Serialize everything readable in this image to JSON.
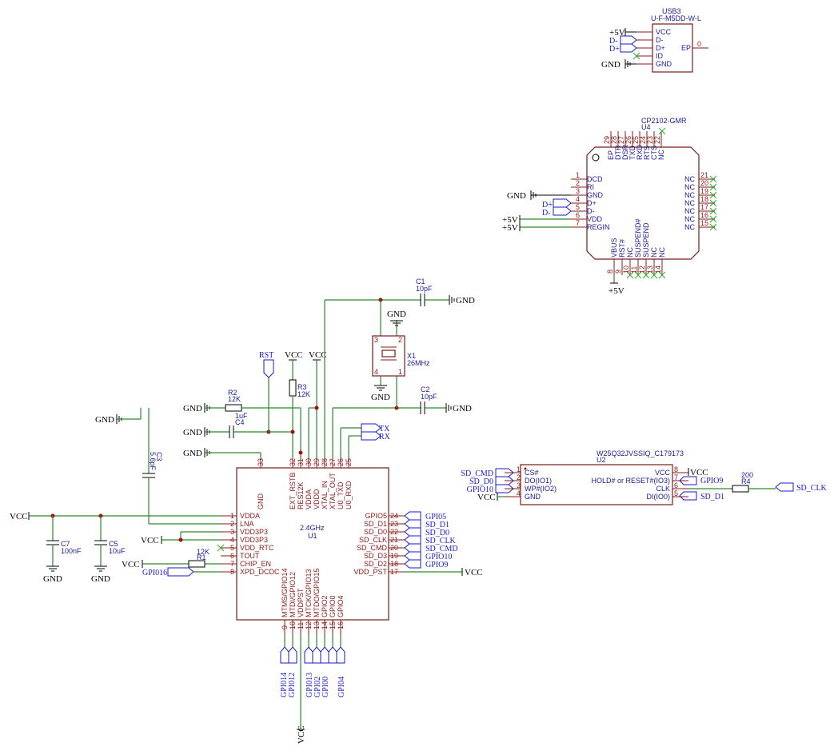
{
  "usb3": {
    "ref": "USB3",
    "part": "U-F-M5DD-W-L",
    "pins": [
      "VCC",
      "D-",
      "D+",
      "ID",
      "GND"
    ],
    "ep": "EP",
    "ep_num": "0",
    "nets": [
      "+5V",
      "D-",
      "D+",
      "GND"
    ]
  },
  "u4": {
    "part": "CP2102-GMR",
    "ref": "U4",
    "left_pins": [
      {
        "num": "1",
        "name": "DCD"
      },
      {
        "num": "2",
        "name": "RI"
      },
      {
        "num": "3",
        "name": "GND"
      },
      {
        "num": "4",
        "name": "D+"
      },
      {
        "num": "5",
        "name": "D-"
      },
      {
        "num": "6",
        "name": "VDD"
      },
      {
        "num": "7",
        "name": "REGIN"
      }
    ],
    "top_pins": [
      {
        "num": "29",
        "name": "EP"
      },
      {
        "num": "28",
        "name": "DTR"
      },
      {
        "num": "27",
        "name": "DSR"
      },
      {
        "num": "26",
        "name": "TXD"
      },
      {
        "num": "25",
        "name": "RXD"
      },
      {
        "num": "24",
        "name": "RTS"
      },
      {
        "num": "23",
        "name": "CTS"
      },
      {
        "num": "22",
        "name": "NC"
      }
    ],
    "right_pins": [
      {
        "num": "21",
        "name": "NC"
      },
      {
        "num": "20",
        "name": "NC"
      },
      {
        "num": "19",
        "name": "NC"
      },
      {
        "num": "18",
        "name": "NC"
      },
      {
        "num": "17",
        "name": "NC"
      },
      {
        "num": "16",
        "name": "NC"
      },
      {
        "num": "15",
        "name": "NC"
      }
    ],
    "bottom_pins": [
      {
        "num": "8",
        "name": "VBUS"
      },
      {
        "num": "9",
        "name": "RST#"
      },
      {
        "num": "10",
        "name": "NC"
      },
      {
        "num": "11",
        "name": "SUSPEND#"
      },
      {
        "num": "12",
        "name": "SUSPEND"
      },
      {
        "num": "13",
        "name": "NC"
      },
      {
        "num": "14",
        "name": "NC"
      }
    ],
    "nets": [
      "GND",
      "D+",
      "D-",
      "+5V",
      "+5V",
      "+5V"
    ]
  },
  "u1": {
    "ref": "U1",
    "part": "2.4GHz",
    "left_pins": [
      {
        "num": "1",
        "name": "VDDA"
      },
      {
        "num": "2",
        "name": "LNA"
      },
      {
        "num": "3",
        "name": "VDD3P3"
      },
      {
        "num": "4",
        "name": "VDD3P3"
      },
      {
        "num": "5",
        "name": "VDD_RTC"
      },
      {
        "num": "6",
        "name": "TOUT"
      },
      {
        "num": "7",
        "name": "CHIP_EN"
      },
      {
        "num": "8",
        "name": "XPD_DCDC"
      }
    ],
    "top_pins": [
      {
        "num": "33",
        "name": "GND"
      },
      {
        "num": "32",
        "name": "EXT_RSTB"
      },
      {
        "num": "31",
        "name": "RES12K"
      },
      {
        "num": "30",
        "name": "VDDA"
      },
      {
        "num": "29",
        "name": "VDDD"
      },
      {
        "num": "28",
        "name": "XTAL_IN"
      },
      {
        "num": "27",
        "name": "XTAL_OUT"
      },
      {
        "num": "26",
        "name": "U0_TXD"
      },
      {
        "num": "25",
        "name": "U0_RXD"
      }
    ],
    "right_pins": [
      {
        "num": "24",
        "name": "GPIO5"
      },
      {
        "num": "23",
        "name": "SD_D1"
      },
      {
        "num": "22",
        "name": "SD_D0"
      },
      {
        "num": "21",
        "name": "SD_CLK"
      },
      {
        "num": "20",
        "name": "SD_CMD"
      },
      {
        "num": "19",
        "name": "SD_D3"
      },
      {
        "num": "18",
        "name": "SD_D2"
      },
      {
        "num": "17",
        "name": "VDD_PST"
      }
    ],
    "bottom_pins": [
      {
        "num": "9",
        "name": "MTMS/GPIO14"
      },
      {
        "num": "10",
        "name": "MTDI/GPIO12"
      },
      {
        "num": "11",
        "name": "VDDPST"
      },
      {
        "num": "12",
        "name": "MTCK/GPIO13"
      },
      {
        "num": "13",
        "name": "MTDO/GPIO15"
      },
      {
        "num": "14",
        "name": "GPIO2"
      },
      {
        "num": "15",
        "name": "GPIO0"
      },
      {
        "num": "16",
        "name": "GPIO4"
      }
    ],
    "right_flags": [
      "GPI05",
      "SD_D1",
      "SD_D0",
      "SD_CLK",
      "SD_CMD",
      "GPIO10",
      "GPIO9"
    ],
    "bottom_flags": [
      "GPI014",
      "GPI012",
      "GPI013",
      "GPI02",
      "GPI00",
      "GPI04"
    ]
  },
  "u2": {
    "ref": "U2",
    "part": "W25Q32JVSSIQ_C179173",
    "left_pins": [
      {
        "num": "1",
        "name": "CS#"
      },
      {
        "num": "2",
        "name": "DO(IO1)"
      },
      {
        "num": "3",
        "name": "WP#(IO2)"
      },
      {
        "num": "4",
        "name": "GND"
      }
    ],
    "right_pins": [
      {
        "num": "8",
        "name": "VCC"
      },
      {
        "num": "7",
        "name": "HOLD# or RESET#(IO3)"
      },
      {
        "num": "6",
        "name": "CLK"
      },
      {
        "num": "5",
        "name": "DI(IO0)"
      }
    ],
    "left_flags": [
      "SD_CMD",
      "SD_D0",
      "GPIO10"
    ],
    "right_flags": [
      "GPIO9",
      "SD_D1",
      "SD_CLK"
    ],
    "r4": {
      "ref": "R4",
      "value": "200"
    }
  },
  "components": {
    "c1": {
      "ref": "C1",
      "value": "10pF"
    },
    "c2": {
      "ref": "C2",
      "value": "10pF"
    },
    "c3": {
      "ref": "C3",
      "value": "5.6pF"
    },
    "c4": {
      "ref": "C4",
      "value": "1uF"
    },
    "c5": {
      "ref": "C5",
      "value": "10uF"
    },
    "c7": {
      "ref": "C7",
      "value": "100nF"
    },
    "r1": {
      "ref": "R1",
      "value": "12K"
    },
    "r2": {
      "ref": "R2",
      "value": "12K"
    },
    "r3": {
      "ref": "R3",
      "value": "12K"
    },
    "x1": {
      "ref": "X1",
      "value": "26MHz"
    }
  },
  "nets": {
    "gnd": "GND",
    "vcc": "VCC",
    "p5v": "+5V",
    "rst": "RST",
    "tx": "TX",
    "rx": "RX",
    "gpio16": "GPI016"
  }
}
